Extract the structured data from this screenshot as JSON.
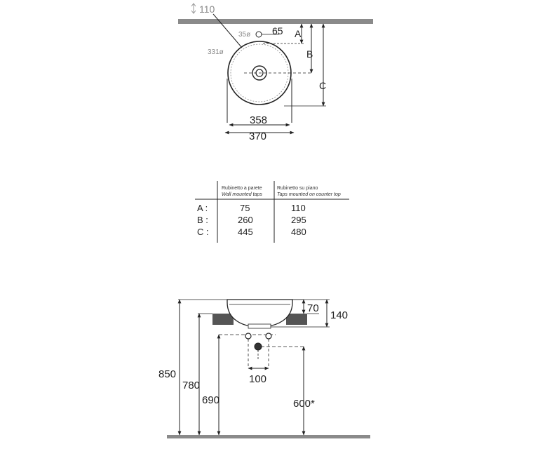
{
  "top_view": {
    "top_label": "110",
    "hole_label": "35ø",
    "offset_label": "65",
    "diameter_label": "331ø",
    "width_inner": "358",
    "width_outer": "370",
    "dim_a": "A",
    "dim_b": "B",
    "dim_c": "C"
  },
  "table": {
    "col1_header": "Rubinetto a parete",
    "col1_sub": "Wall mounted taps",
    "col2_header": "Rubinetto su piano",
    "col2_sub": "Taps mounted on counter top",
    "rows": [
      {
        "label": "A :",
        "wall": "75",
        "counter": "110"
      },
      {
        "label": "B :",
        "wall": "260",
        "counter": "295"
      },
      {
        "label": "C :",
        "wall": "445",
        "counter": "480"
      }
    ]
  },
  "side_view": {
    "h_70": "70",
    "h_140": "140",
    "h_850": "850",
    "h_780": "780",
    "h_690": "690",
    "h_600": "600*",
    "w_100": "100"
  }
}
